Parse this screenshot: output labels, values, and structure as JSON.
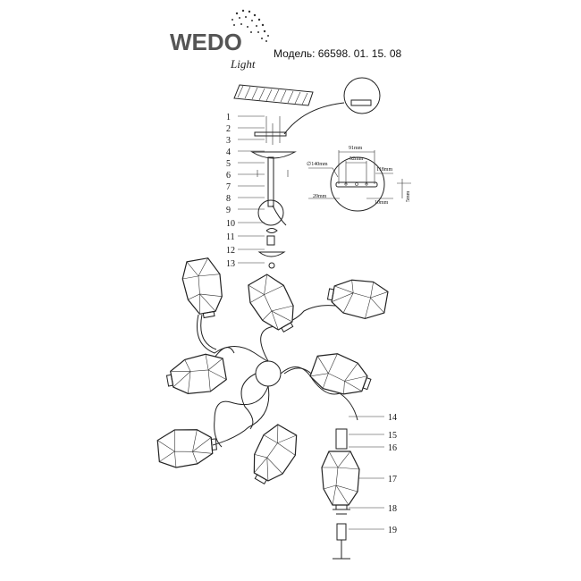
{
  "header": {
    "logo_text": "WEDO",
    "logo_sub": "Light",
    "model_label": "Модель:",
    "model_number": "66598. 01. 15. 08"
  },
  "detail_dimensions": [
    "∅140mm",
    "91mm",
    "52mm",
    "118mm",
    "20mm",
    "10mm",
    "5mm"
  ],
  "part_numbers_left": [
    "1",
    "2",
    "3",
    "4",
    "5",
    "6",
    "7",
    "8",
    "9",
    "10",
    "11",
    "12",
    "13"
  ],
  "part_numbers_right": [
    "14",
    "15",
    "16",
    "17",
    "18",
    "19"
  ]
}
